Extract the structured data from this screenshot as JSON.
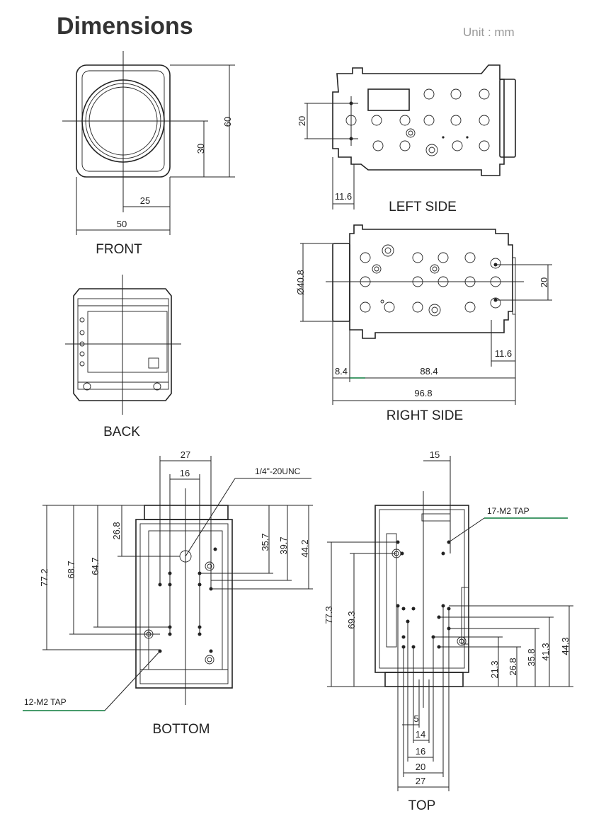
{
  "title": "Dimensions",
  "unit": "Unit : mm",
  "views": {
    "front": {
      "caption": "FRONT",
      "dims": {
        "height_total": "60",
        "height_center": "30",
        "width_half": "25",
        "width_total": "50"
      }
    },
    "left_side": {
      "caption": "LEFT SIDE",
      "dims": {
        "hole_spacing": "20",
        "offset": "11.6"
      }
    },
    "back": {
      "caption": "BACK"
    },
    "right_side": {
      "caption": "RIGHT SIDE",
      "dims": {
        "lens_diameter": "Ø40.8",
        "hole_spacing": "20",
        "offset": "11.6",
        "lens_depth": "8.4",
        "body_length": "88.4",
        "total_length": "96.8"
      }
    },
    "bottom": {
      "caption": "BOTTOM",
      "dims": {
        "w27": "27",
        "w16": "16",
        "h26_8": "26.8",
        "h35_7": "35.7",
        "h39_7": "39.7",
        "h44_2": "44.2",
        "h77_2": "77.2",
        "h68_7": "68.7",
        "h64_7": "64.7"
      },
      "notes": {
        "thread": "1/4\"-20UNC",
        "tap": "12-M2 TAP"
      }
    },
    "top": {
      "caption": "TOP",
      "dims": {
        "w15": "15",
        "h77_3": "77.3",
        "h69_3": "69.3",
        "h21_3": "21.3",
        "h26_8": "26.8",
        "h35_8": "35.8",
        "h41_3": "41.3",
        "h44_3": "44.3",
        "w5": "5",
        "w14": "14",
        "w16": "16",
        "w20": "20",
        "w27": "27"
      },
      "notes": {
        "tap": "17-M2 TAP"
      }
    }
  },
  "colors": {
    "line": "#222222",
    "leader_accent": "#0a7a3c",
    "unit_text": "#999999"
  }
}
